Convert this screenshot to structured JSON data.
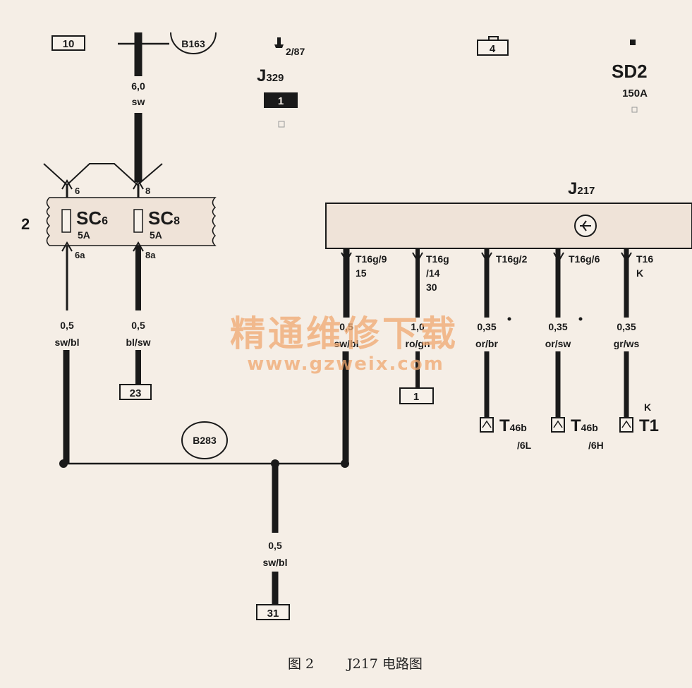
{
  "top_labels": {
    "box_10": "10",
    "conn_b163": "B163",
    "pin_287": "2/87",
    "relay_j329": "J329",
    "box_1_dark": "1",
    "box_4": "4",
    "sd2": "SD2",
    "sd2_rating": "150A"
  },
  "main_wire": {
    "size": "6,0",
    "color": "sw"
  },
  "fuse_block": {
    "row_label": "2",
    "fuses": [
      {
        "name": "SC6",
        "rating": "5A",
        "in_pin": "6",
        "out_pin": "6a"
      },
      {
        "name": "SC8",
        "rating": "5A",
        "in_pin": "8",
        "out_pin": "8a"
      }
    ]
  },
  "module": {
    "name": "J217"
  },
  "wires": [
    {
      "size": "0,5",
      "color": "sw/bl"
    },
    {
      "size": "0,5",
      "color": "bl/sw",
      "terminal": "23"
    },
    {
      "pin": "T16g/9",
      "pin2": "15",
      "size": "0,5",
      "color": "sw/bl"
    },
    {
      "pin": "T16g",
      "pin2": "/14",
      "pin3": "30",
      "size": "1,0",
      "color": "ro/gn",
      "terminal": "1"
    },
    {
      "pin": "T16g/2",
      "size": "0,35",
      "color": "or/br",
      "connector": "T46b",
      "conn_pin": "/6L"
    },
    {
      "pin": "T16g/6",
      "size": "0,35",
      "color": "or/sw",
      "connector": "T46b",
      "conn_pin": "/6H"
    },
    {
      "pin": "T16",
      "pin2": "K",
      "size": "0,35",
      "color": "gr/ws",
      "connector": "T1",
      "conn_mark": "K"
    }
  ],
  "ground": {
    "connector": "B283",
    "size": "0,5",
    "color": "sw/bl",
    "terminal": "31"
  },
  "watermark": {
    "line1": "精通维修下载",
    "line2": "www.gzweix.com"
  },
  "caption": {
    "figure": "图 2",
    "title": "J217 电路图"
  }
}
